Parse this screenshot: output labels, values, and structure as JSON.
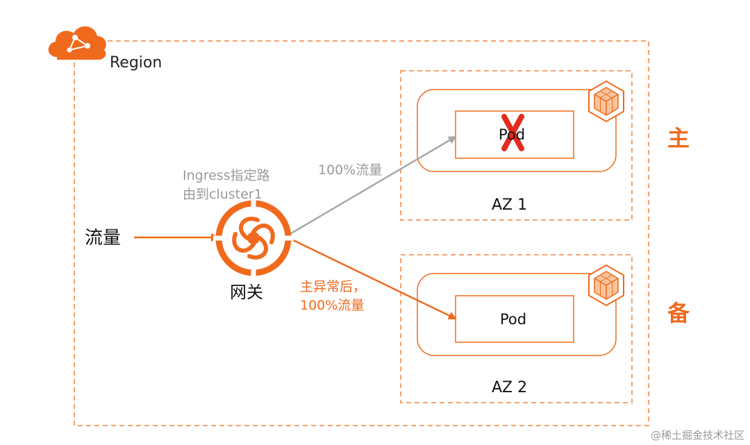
{
  "diagram": {
    "region_label": "Region",
    "traffic_label": "流量",
    "gateway_label": "网关",
    "ingress_label_lines": [
      "Ingress指定路",
      "由到cluster1"
    ],
    "primary_traffic_label": "100%流量",
    "failover_label_lines": [
      "主异常后，",
      "100%流量"
    ],
    "pod_primary_label": "Pod",
    "pod_standby_label": "Pod",
    "az1_label": "AZ 1",
    "az2_label": "AZ 2",
    "primary_role": "主",
    "standby_role": "备",
    "pod_primary_failed": true
  },
  "watermark": "@稀土掘金技术社区",
  "colors": {
    "accent": "#f06a1d",
    "dashed_border": "#f2a36b",
    "gray_arrow": "#a8a8a8",
    "fail_mark": "#e32b20"
  },
  "icons": [
    "cloud-icon",
    "gateway-icon",
    "cluster-cube-icon",
    "fail-x-icon"
  ]
}
